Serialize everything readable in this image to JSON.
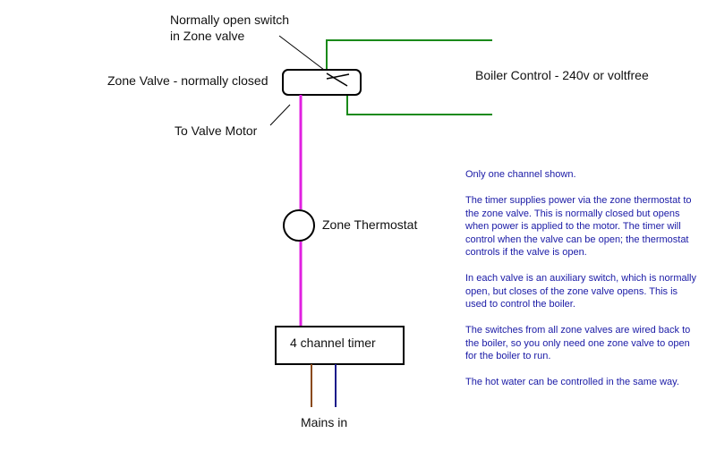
{
  "colors": {
    "line_black": "#000000",
    "wire_magenta": "#e020e0",
    "wire_green": "#1a8a1a",
    "wire_brown": "#8a4a1a",
    "wire_blue": "#1a1a8a",
    "notes_text": "#1a1aa6"
  },
  "labels": {
    "switch_line1": "Normally open switch",
    "switch_line2": "in Zone valve",
    "zone_valve": "Zone Valve - normally closed",
    "boiler_control": "Boiler Control - 240v or voltfree",
    "valve_motor": "To Valve Motor",
    "zone_thermostat": "Zone Thermostat",
    "timer": "4 channel timer",
    "mains": "Mains in"
  },
  "notes": [
    "Only one channel shown.",
    "The timer supplies power via the zone thermostat to the zone valve. This is normally closed but opens when power is applied to the motor. The timer will control when the valve can be open; the thermostat controls if the valve is open.",
    "In each valve is an auxiliary switch, which is normally open, but closes of the zone valve opens. This is used to control the boiler.",
    "The switches from all zone valves are wired back to the boiler, so you only need one zone valve to open for the boiler to run.",
    "The hot water can be controlled in the same way."
  ]
}
